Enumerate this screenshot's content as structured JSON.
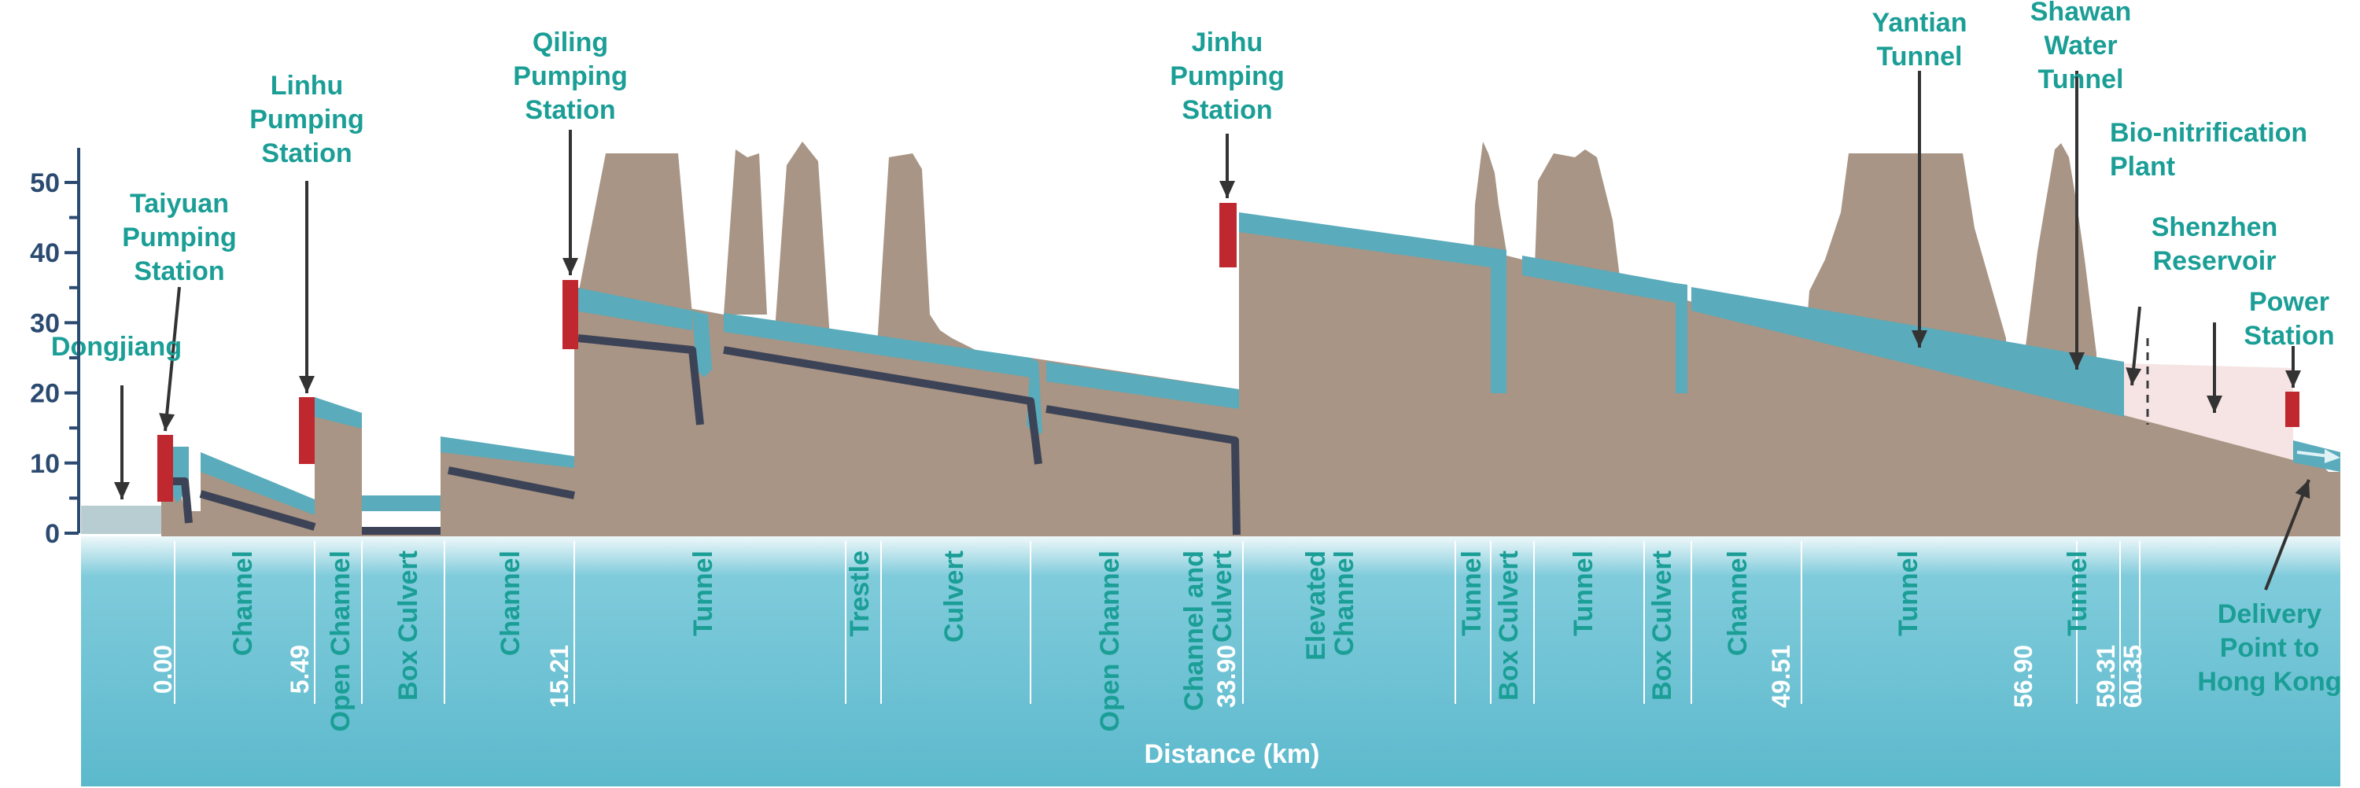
{
  "colors": {
    "terrain": "#a89585",
    "water": "#5aabbb",
    "pipeline": "#3d4356",
    "station": "#c0282f",
    "label": "#1a9e96",
    "band_top": "#eaf6f9",
    "band": "#66bfd2",
    "axis": "#2b4a70",
    "reservoir": "#f6e4e4",
    "dongjiang_pool": "#b8cdd2"
  },
  "y_axis": {
    "min": 0,
    "max": 55,
    "ticks": [
      "0",
      "10",
      "20",
      "30",
      "40",
      "50"
    ]
  },
  "stations": [
    {
      "name": "Dongjiang",
      "lines": [
        "Dongjiang"
      ]
    },
    {
      "name": "Taiyuan Pumping Station",
      "lines": [
        "Taiyuan",
        "Pumping",
        "Station"
      ]
    },
    {
      "name": "Linhu Pumping Station",
      "lines": [
        "Linhu",
        "Pumping",
        "Station"
      ]
    },
    {
      "name": "Qiling Pumping Station",
      "lines": [
        "Qiling",
        "Pumping",
        "Station"
      ]
    },
    {
      "name": "Jinhu Pumping Station",
      "lines": [
        "Jinhu",
        "Pumping",
        "Station"
      ]
    },
    {
      "name": "Yantian Tunnel",
      "lines": [
        "Yantian",
        "Tunnel"
      ]
    },
    {
      "name": "Shawan Water Tunnel",
      "lines": [
        "Shawan",
        "Water",
        "Tunnel"
      ]
    },
    {
      "name": "Bio-nitrification Plant",
      "lines": [
        "Bio-nitrification",
        "Plant"
      ]
    },
    {
      "name": "Shenzhen Reservoir",
      "lines": [
        "Shenzhen",
        "Reservoir"
      ]
    },
    {
      "name": "Power Station",
      "lines": [
        "Power",
        "Station"
      ]
    },
    {
      "name": "Delivery Point to Hong Kong",
      "lines": [
        "Delivery",
        "Point to",
        "Hong Kong"
      ]
    }
  ],
  "segments": [
    {
      "name": "Channel",
      "lines": [
        "Channel"
      ]
    },
    {
      "name": "Open Channel",
      "lines": [
        "Open Channel"
      ]
    },
    {
      "name": "Box Culvert",
      "lines": [
        "Box Culvert"
      ]
    },
    {
      "name": "Channel",
      "lines": [
        "Channel"
      ]
    },
    {
      "name": "Tunnel",
      "lines": [
        "Tunnel"
      ]
    },
    {
      "name": "Trestle",
      "lines": [
        "Trestle"
      ]
    },
    {
      "name": "Culvert",
      "lines": [
        "Culvert"
      ]
    },
    {
      "name": "Open Channel",
      "lines": [
        "Open Channel"
      ]
    },
    {
      "name": "Channel and Culvert",
      "lines": [
        "Channel and",
        "Culvert"
      ]
    },
    {
      "name": "Elevated Channel",
      "lines": [
        "Elevated",
        "Channel"
      ]
    },
    {
      "name": "Tunnel",
      "lines": [
        "Tunnel"
      ]
    },
    {
      "name": "Box Culvert",
      "lines": [
        "Box Culvert"
      ]
    },
    {
      "name": "Tunnel",
      "lines": [
        "Tunnel"
      ]
    },
    {
      "name": "Box Culvert",
      "lines": [
        "Box Culvert"
      ]
    },
    {
      "name": "Channel",
      "lines": [
        "Channel"
      ]
    },
    {
      "name": "Tunnel",
      "lines": [
        "Tunnel"
      ]
    },
    {
      "name": "Tunnel",
      "lines": [
        "Tunnel"
      ]
    }
  ],
  "km_markers": [
    "0.00",
    "5.49",
    "15.21",
    "33.90",
    "49.51",
    "56.90",
    "59.31",
    "60.35"
  ],
  "x_axis_title": "Distance (km)"
}
